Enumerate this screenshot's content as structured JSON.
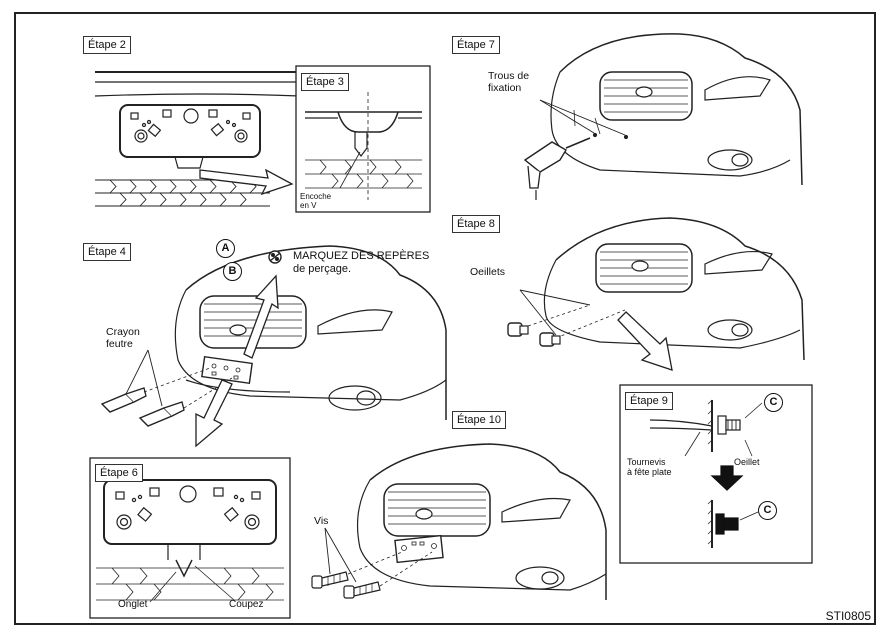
{
  "steps": {
    "s2": "Étape 2",
    "s3": "Étape 3",
    "s4": "Étape 4",
    "s6": "Étape 6",
    "s7": "Étape 7",
    "s8": "Étape 8",
    "s9": "Étape 9",
    "s10": "Étape 10"
  },
  "labels": {
    "encoche_1": "Encoche",
    "encoche_2": "en V",
    "trous_1": "Trous de",
    "trous_2": "fixation",
    "marquez_1": "MARQUEZ DES REPÈRES",
    "marquez_2": "de perçage.",
    "crayon_1": "Crayon",
    "crayon_2": "feutre",
    "oeillets": "Oeillets",
    "oeillet": "Oeillet",
    "tournevis_1": "Tournevis",
    "tournevis_2": "à fête plate",
    "vis": "Vis",
    "onglet": "Onglet",
    "coupez": "Coupez"
  },
  "callouts": {
    "a": "A",
    "b": "B",
    "c": "C"
  },
  "figure_code": "STI0805"
}
